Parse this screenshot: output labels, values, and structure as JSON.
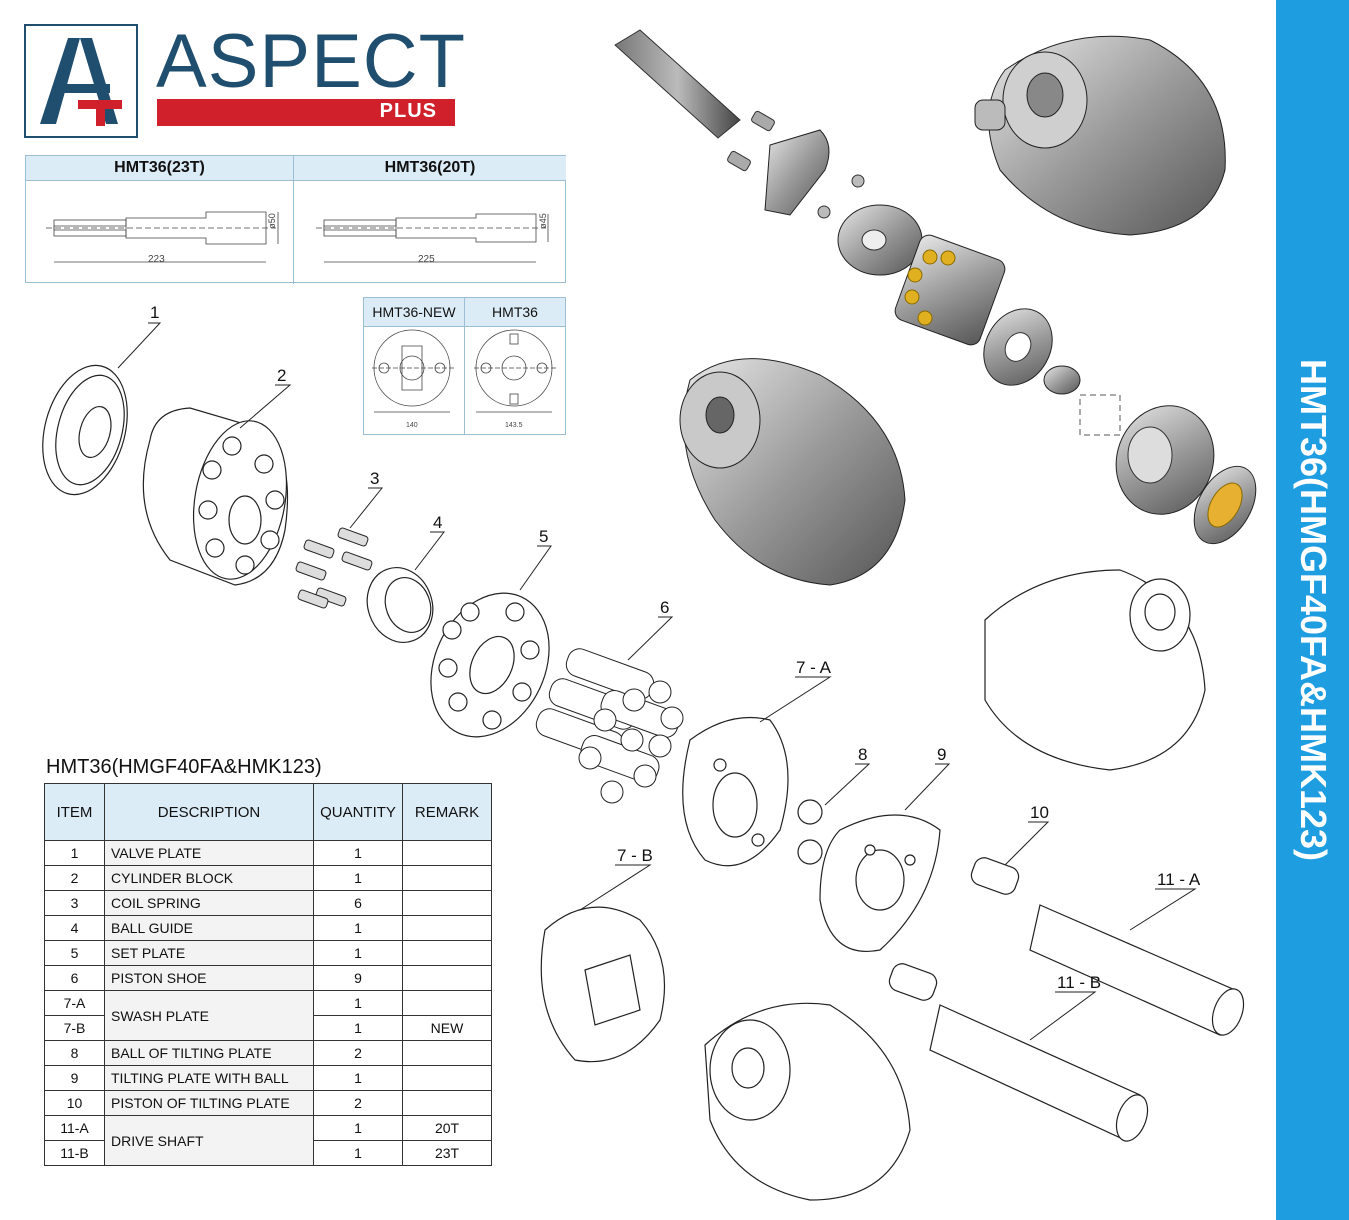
{
  "logo": {
    "word": "ASPECT",
    "plus": "PLUS",
    "colors": {
      "navy": "#1f4e6e",
      "red": "#d0202c"
    }
  },
  "banner": {
    "text": "HMT36(HMGF40FA&HMK123)",
    "color": "#1e9de0"
  },
  "shaft_table": {
    "headers": [
      "HMT36(23T)",
      "HMT36(20T)"
    ],
    "dims": [
      {
        "length": "223",
        "diameter": "ø50"
      },
      {
        "length": "225",
        "diameter": "ø45"
      }
    ]
  },
  "plate_table": {
    "headers": [
      "HMT36-NEW",
      "HMT36"
    ],
    "dims": [
      "140",
      "143.5"
    ]
  },
  "parts_table": {
    "title": "HMT36(HMGF40FA&HMK123)",
    "columns": [
      "ITEM",
      "DESCRIPTION",
      "QUANTITY",
      "REMARK"
    ],
    "rows": [
      {
        "item": "1",
        "description": "VALVE PLATE",
        "quantity": "1",
        "remark": ""
      },
      {
        "item": "2",
        "description": "CYLINDER BLOCK",
        "quantity": "1",
        "remark": ""
      },
      {
        "item": "3",
        "description": "COIL SPRING",
        "quantity": "6",
        "remark": ""
      },
      {
        "item": "4",
        "description": "BALL GUIDE",
        "quantity": "1",
        "remark": ""
      },
      {
        "item": "5",
        "description": "SET PLATE",
        "quantity": "1",
        "remark": ""
      },
      {
        "item": "6",
        "description": "PISTON SHOE",
        "quantity": "9",
        "remark": ""
      },
      {
        "item": "7-A",
        "description": "SWASH PLATE",
        "quantity": "1",
        "remark": ""
      },
      {
        "item": "7-B",
        "description": "",
        "quantity": "1",
        "remark": "NEW"
      },
      {
        "item": "8",
        "description": "BALL OF TILTING PLATE",
        "quantity": "2",
        "remark": ""
      },
      {
        "item": "9",
        "description": "TILTING PLATE WITH BALL",
        "quantity": "1",
        "remark": ""
      },
      {
        "item": "10",
        "description": "PISTON OF TILTING PLATE",
        "quantity": "2",
        "remark": ""
      },
      {
        "item": "11-A",
        "description": "DRIVE SHAFT",
        "quantity": "1",
        "remark": "20T"
      },
      {
        "item": "11-B",
        "description": "",
        "quantity": "1",
        "remark": "23T"
      }
    ]
  },
  "callouts": {
    "c1": "1",
    "c2": "2",
    "c3": "3",
    "c4": "4",
    "c5": "5",
    "c6": "6",
    "c7a": "7 - A",
    "c7b": "7 - B",
    "c8": "8",
    "c9": "9",
    "c10": "10",
    "c11a": "11 - A",
    "c11b": "11 - B"
  }
}
